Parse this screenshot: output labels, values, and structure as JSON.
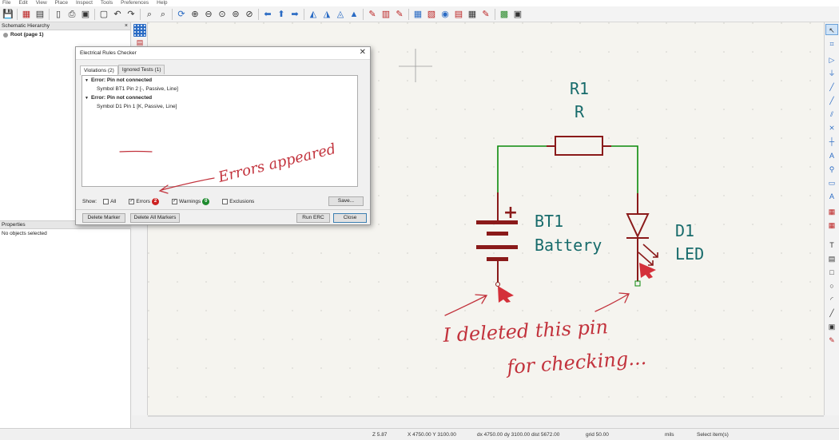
{
  "menu": [
    "File",
    "Edit",
    "View",
    "Place",
    "Inspect",
    "Tools",
    "Preferences",
    "Help"
  ],
  "hierarchy": {
    "title": "Schematic Hierarchy",
    "close": "×",
    "root": "Root (page 1)"
  },
  "properties": {
    "title": "Properties",
    "empty": "No objects selected"
  },
  "erc": {
    "title": "Electrical Rules Checker",
    "close": "✕",
    "tabs": [
      "Violations (2)",
      "Ignored Tests (1)"
    ],
    "violations": [
      {
        "error": "Error: Pin not connected",
        "item": "Symbol BT1 Pin 2 [-, Passive, Line]"
      },
      {
        "error": "Error: Pin not connected",
        "item": "Symbol D1 Pin 1 [K, Passive, Line]"
      }
    ],
    "show_label": "Show:",
    "filters": {
      "all": "All",
      "errors": "Errors",
      "errors_count": "2",
      "warnings": "Warnings",
      "warnings_count": "0",
      "exclusions": "Exclusions"
    },
    "buttons": {
      "save": "Save...",
      "delete_marker": "Delete Marker",
      "delete_all": "Delete All Markers",
      "run": "Run ERC",
      "close": "Close"
    }
  },
  "schematic": {
    "r1_ref": "R1",
    "r1_val": "R",
    "bt1_ref": "BT1",
    "bt1_val": "Battery",
    "bt1_plus": "+",
    "d1_ref": "D1",
    "d1_val": "LED"
  },
  "annotations": {
    "errors_note": "Errors appeared",
    "pin_note_1": "I deleted this pin",
    "pin_note_2": "for checking..."
  },
  "status": {
    "zoom": "Z 5.87",
    "xy": "X 4750.00  Y 3100.00",
    "delta": "dx 4750.00  dy 3100.00  dist 5672.00",
    "grid": "grid 50.00",
    "units": "mils",
    "mode": "Select item(s)"
  },
  "colors": {
    "wire": "#0b8a0b",
    "symbol": "#8a1a1a",
    "text": "#176b6b",
    "annotation": "#c2323c",
    "canvas": "#f5f4ef"
  }
}
